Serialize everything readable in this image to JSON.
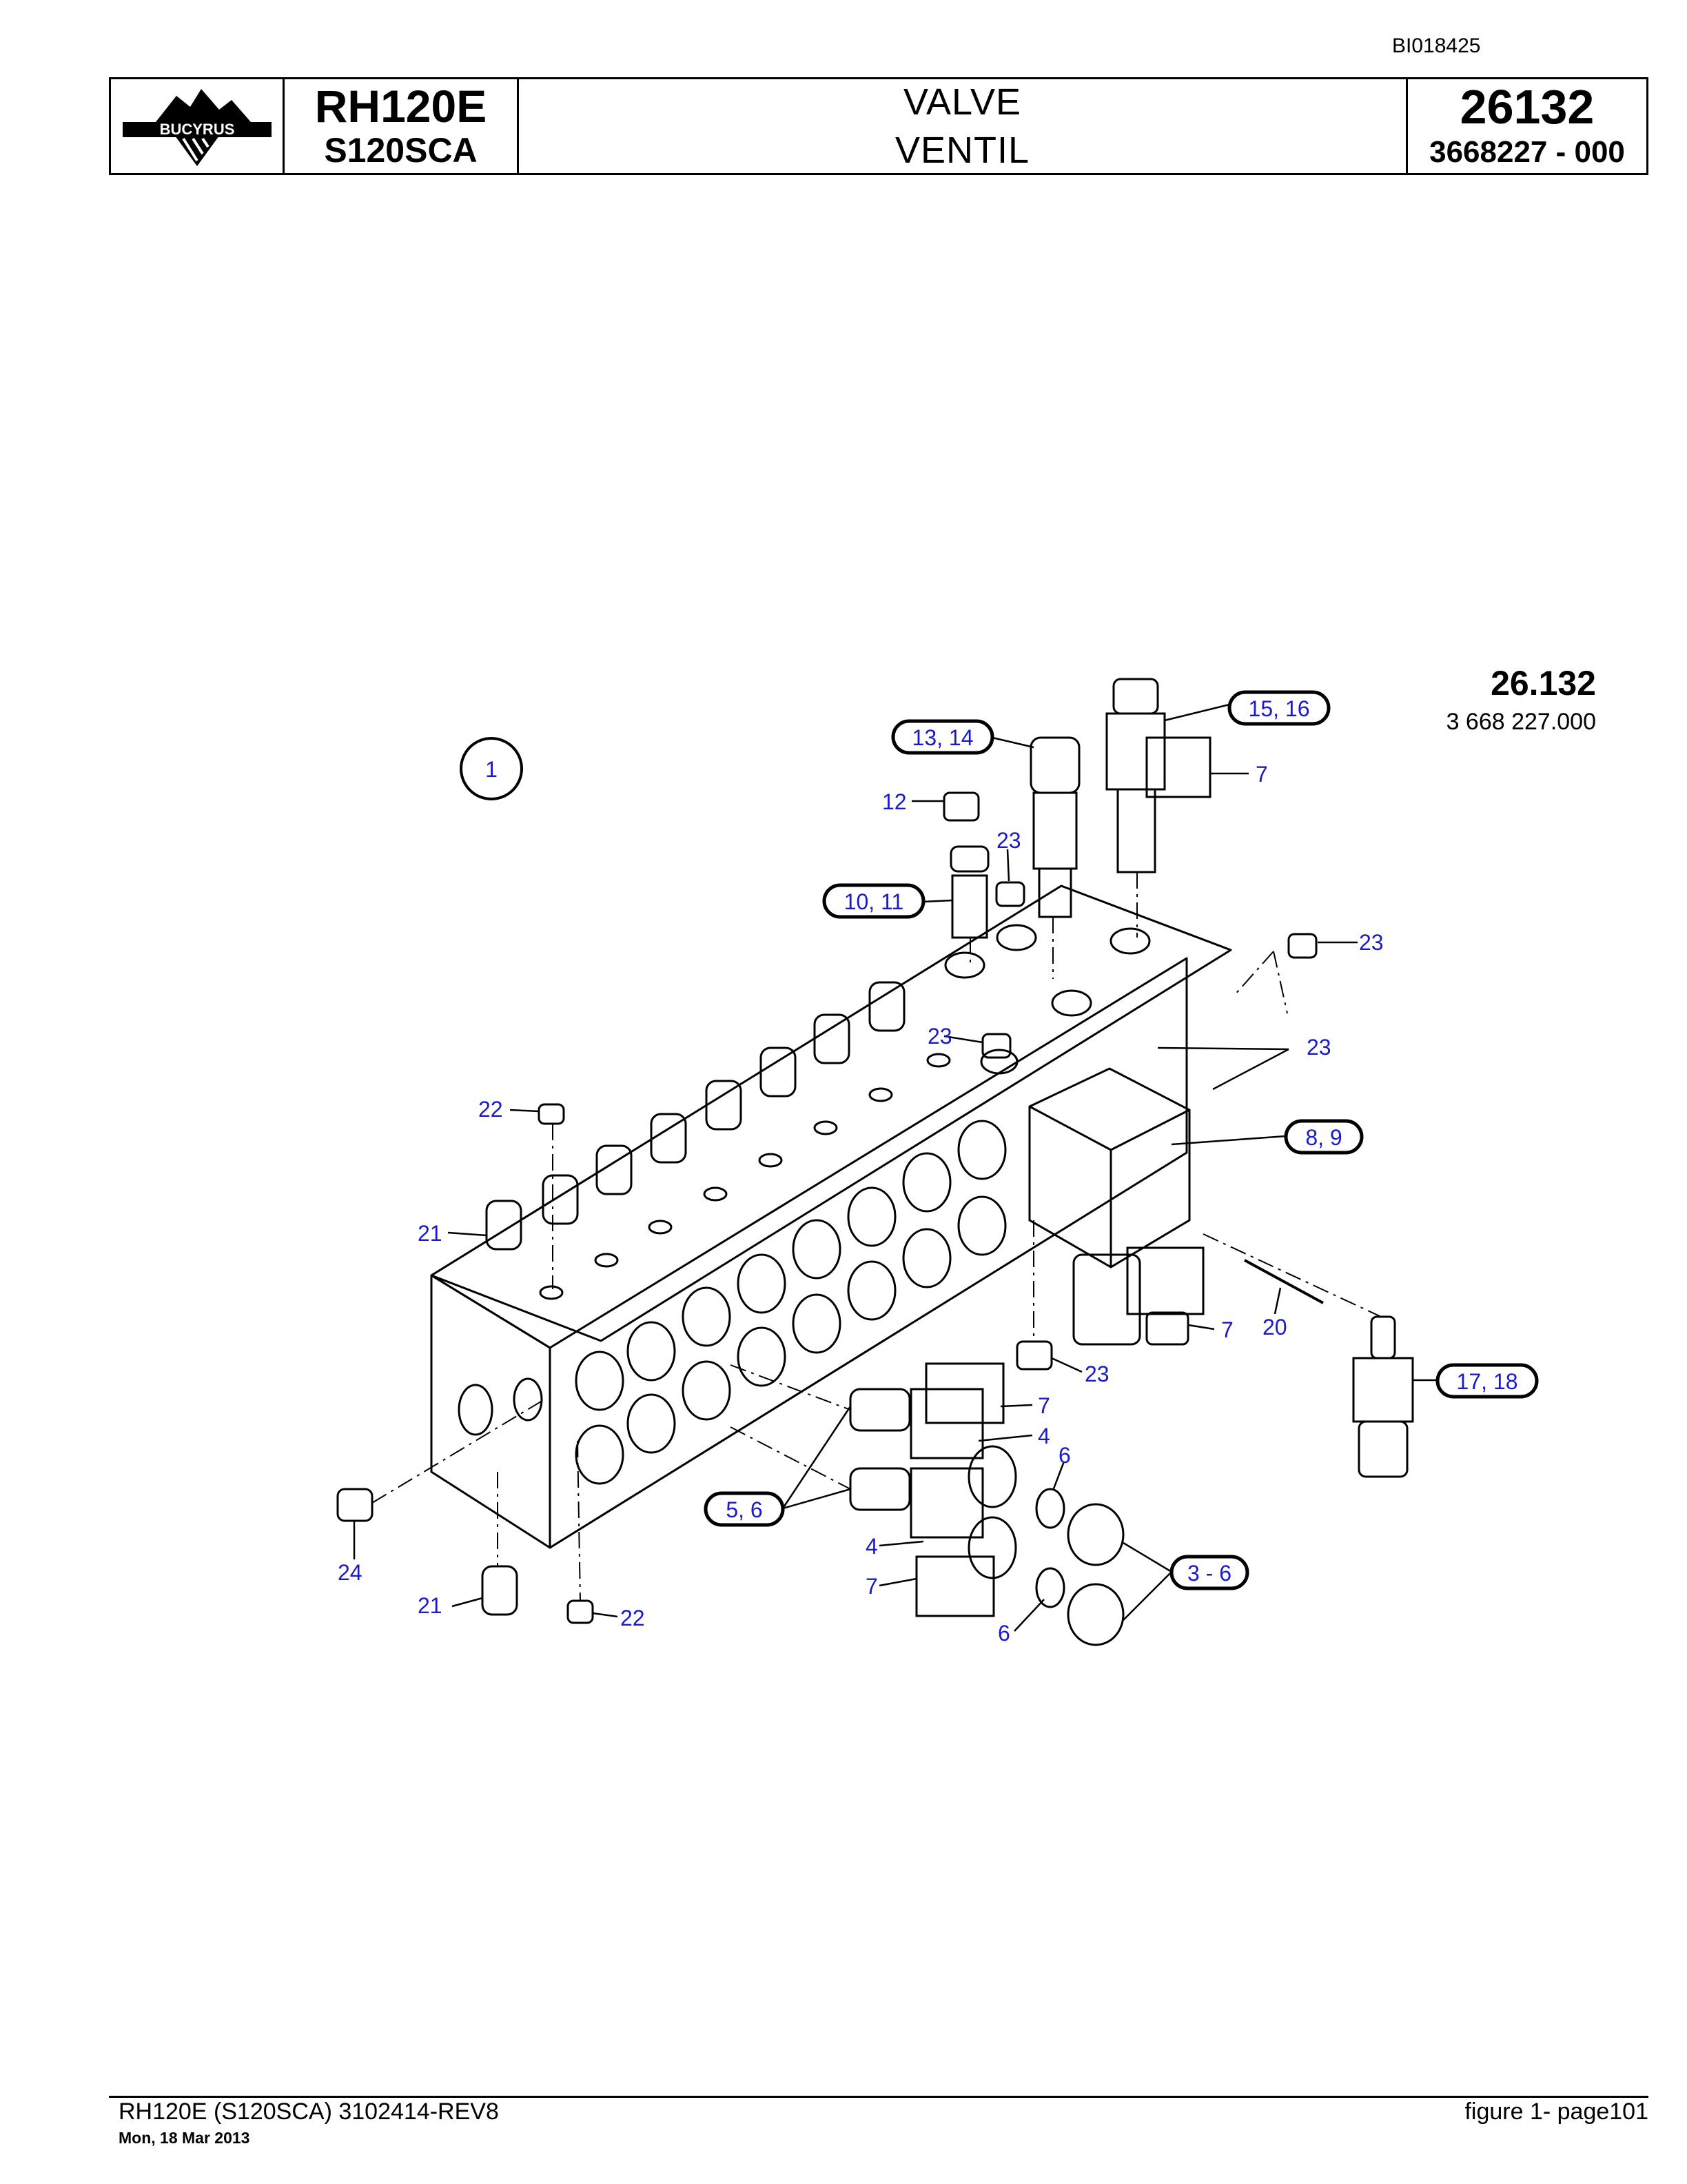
{
  "header": {
    "doc_id": "BI018425",
    "logo_text": "BUCYRUS",
    "model_line1": "RH120E",
    "model_line2": "S120SCA",
    "title_en": "VALVE",
    "title_de": "VENTIL",
    "figure_number": "26132",
    "part_number": "3668227  - 000"
  },
  "figure": {
    "label": "26.132",
    "part": "3 668 227.000"
  },
  "callouts": {
    "c1": "1",
    "c15_16": "15, 16",
    "c13_14": "13, 14",
    "c7_a": "7",
    "c12": "12",
    "c23_a": "23",
    "c10_11": "10, 11",
    "c23_b": "23",
    "c23_c": "23",
    "c23_d": "23",
    "c8_9": "8, 9",
    "c22_a": "22",
    "c21_a": "21",
    "c7_b": "7",
    "c20": "20",
    "c23_e": "23",
    "c17_18": "17, 18",
    "c7_c": "7",
    "c4_a": "4",
    "c6_a": "6",
    "c5_6": "5, 6",
    "c4_b": "4",
    "c7_d": "7",
    "c3_6": "3 - 6",
    "c6_b": "6",
    "c24": "24",
    "c21_b": "21",
    "c22_b": "22"
  },
  "footer": {
    "left": "RH120E (S120SCA) 3102414-REV8",
    "date": "Mon, 18 Mar 2013",
    "right": "figure  1- page101"
  }
}
